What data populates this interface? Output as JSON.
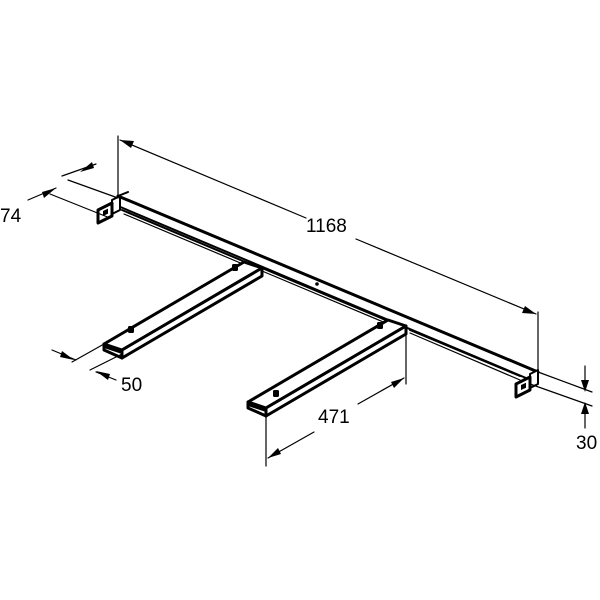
{
  "drawing": {
    "title": "Mounting frame - technical dimension drawing",
    "units": "mm",
    "colors": {
      "line": "#000000",
      "background": "#ffffff"
    }
  },
  "dimensions": {
    "overall_length": {
      "label": "1168",
      "value": 1168
    },
    "depth": {
      "label": "74",
      "value": 74
    },
    "height": {
      "label": "30",
      "value": 30
    },
    "arm_width": {
      "label": "50",
      "value": 50
    },
    "arm_length": {
      "label": "471",
      "value": 471
    }
  },
  "parts": {
    "main_beam": {
      "name": "Main crossbeam"
    },
    "arm_left": {
      "name": "Left support arm"
    },
    "arm_right": {
      "name": "Right support arm"
    },
    "bracket_left": {
      "name": "Left wall bracket"
    },
    "bracket_right": {
      "name": "Right wall bracket"
    }
  }
}
